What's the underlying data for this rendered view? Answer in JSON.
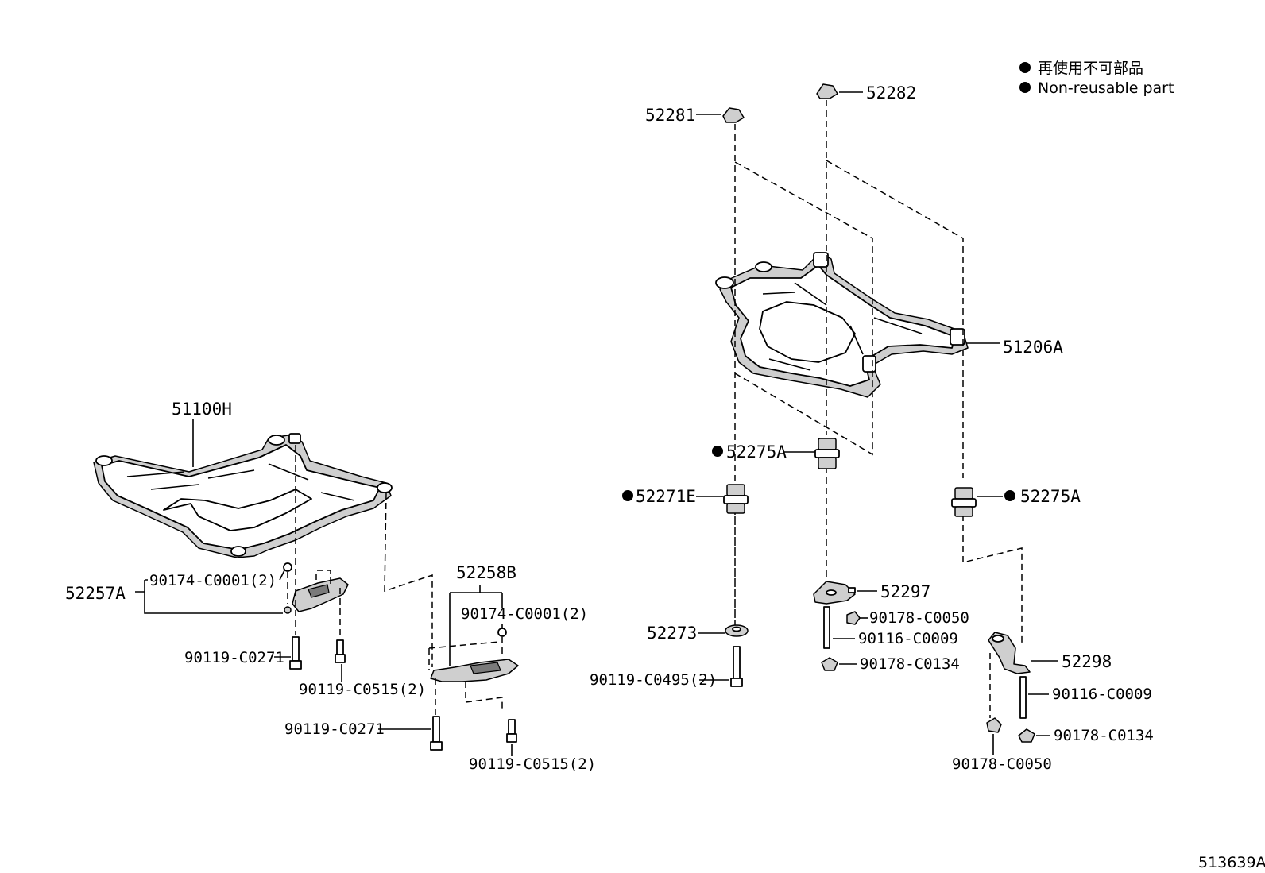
{
  "legend": {
    "line1": "再使用不可部品",
    "line2": "Non-reusable part"
  },
  "figure_id": "513639A",
  "labels": {
    "p51100H": "51100H",
    "p52257A": "52257A",
    "p90174_left": "90174-C0001(2)",
    "p90119_C0271_left": "90119-C0271",
    "p90119_C0515_left": "90119-C0515(2)",
    "p52258B": "52258B",
    "p90174_mid": "90174-C0001(2)",
    "p90119_C0271_mid": "90119-C0271",
    "p90119_C0515_mid": "90119-C0515(2)",
    "p52281": "52281",
    "p52282": "52282",
    "p51206A": "51206A",
    "p52275A_a": "52275A",
    "p52271E": "52271E",
    "p52275A_b": "52275A",
    "p52273": "52273",
    "p90119_C0495": "90119-C0495(2)",
    "p52297": "52297",
    "p90178_C0050_a": "90178-C0050",
    "p90116_C0009_a": "90116-C0009",
    "p90178_C0134_a": "90178-C0134",
    "p52298": "52298",
    "p90116_C0009_b": "90116-C0009",
    "p90178_C0134_b": "90178-C0134",
    "p90178_C0050_b": "90178-C0050"
  }
}
